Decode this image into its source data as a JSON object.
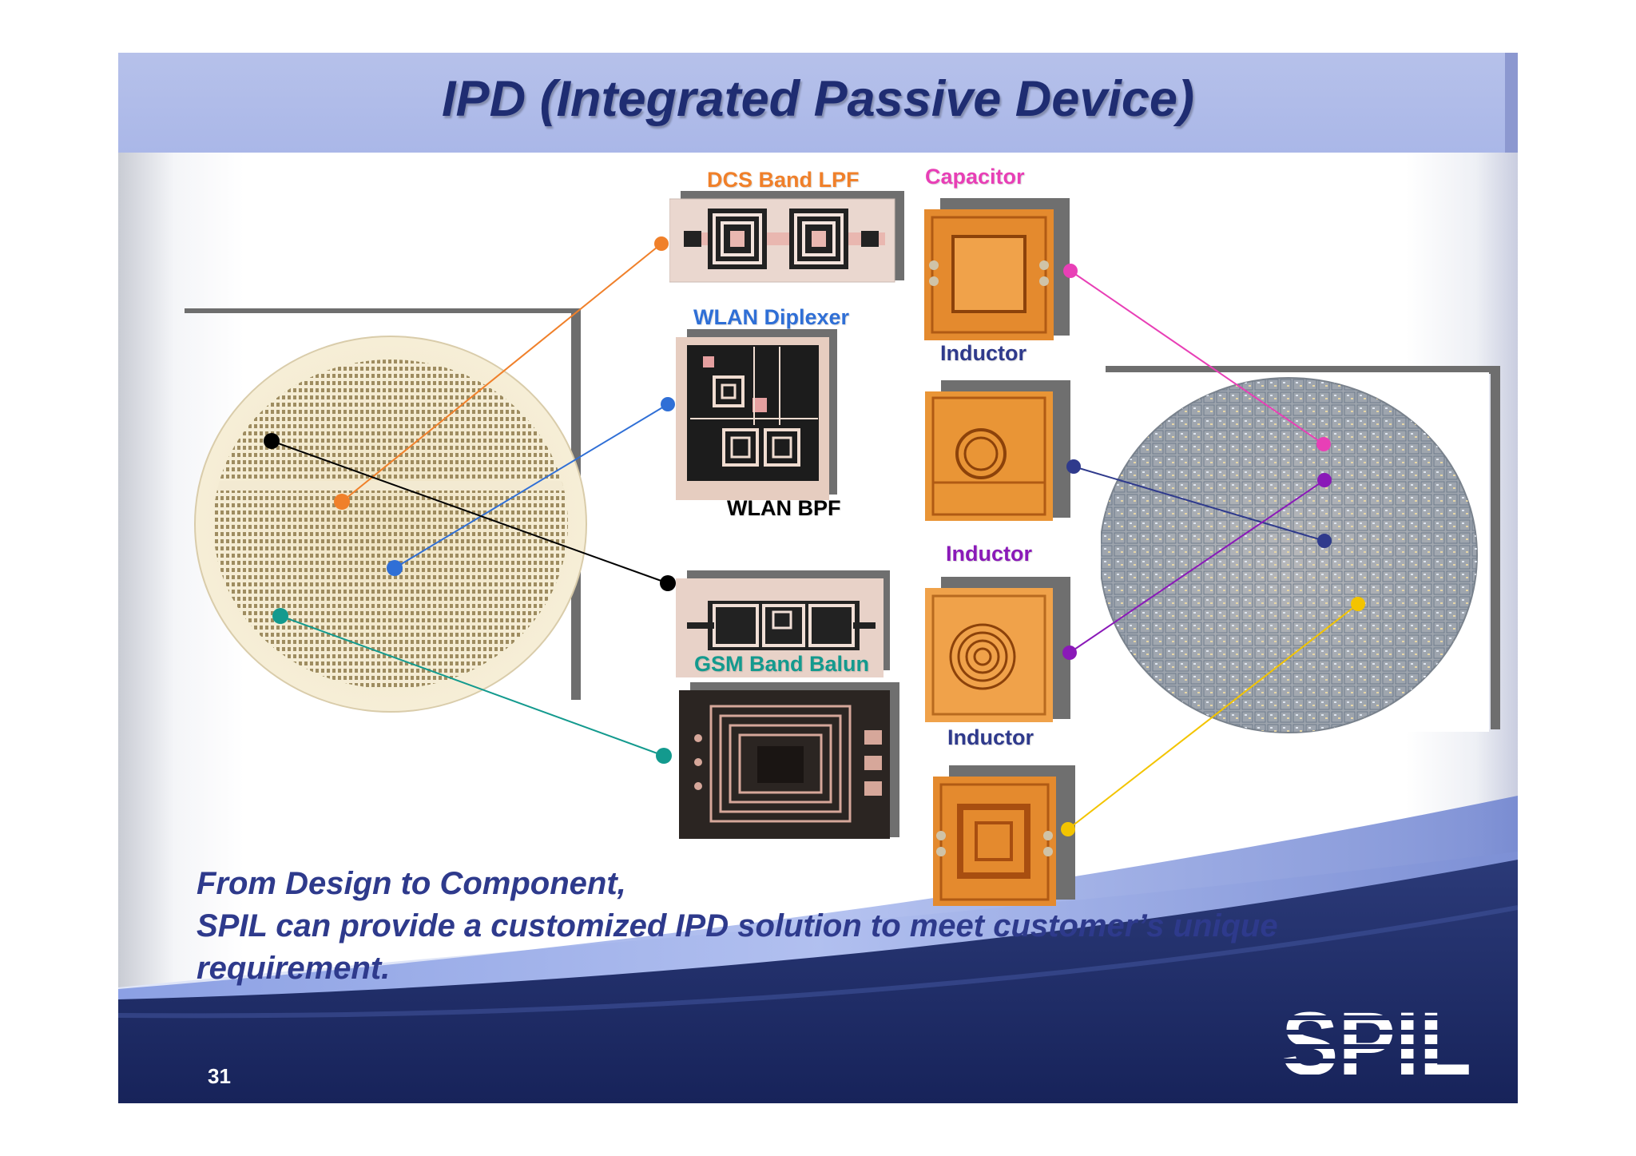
{
  "slide": {
    "title": "IPD (Integrated Passive Device)",
    "page_number": "31",
    "logo_text": "SPIL"
  },
  "labels": {
    "dcs_band_lpf": "DCS Band LPF",
    "wlan_diplexer": "WLAN Diplexer",
    "wlan_bpf": "WLAN BPF",
    "gsm_band_balun": "GSM Band Balun",
    "capacitor": "Capacitor",
    "inductor_1": "Inductor",
    "inductor_2": "Inductor",
    "inductor_3": "Inductor"
  },
  "tagline": {
    "line1": "From Design to Component,",
    "line2": "SPIL can provide a customized IPD solution to meet customer’s unique",
    "line3": "requirement."
  },
  "colors": {
    "title": "#1f2d72",
    "tagline": "#2e3a8c",
    "dcs": "#f0802a",
    "wlan_diplexer": "#2f6fd6",
    "wlan_bpf": "#000000",
    "gsm": "#139a8e",
    "capacitor": "#e83fb6",
    "inductor_navy": "#2f3a8c",
    "inductor_purple": "#8a19b8",
    "inductor_yellow": "#f3c400"
  }
}
